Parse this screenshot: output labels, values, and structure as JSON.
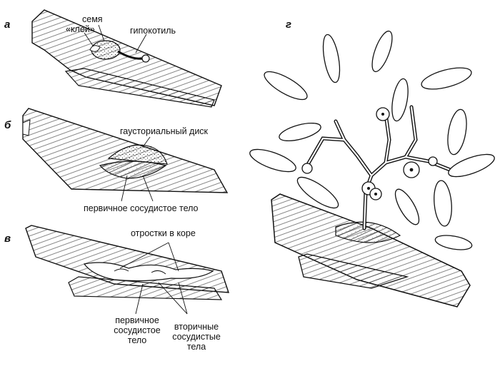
{
  "panels": {
    "a": {
      "letter": "а",
      "labels": {
        "seed": "семя",
        "glue": "«клей»",
        "hypocotyl": "гипокотиль"
      }
    },
    "b": {
      "letter": "б",
      "labels": {
        "disk": "гаусториальный диск",
        "primary_body": "первичное сосудистое тело"
      }
    },
    "v": {
      "letter": "в",
      "labels": {
        "cortex_processes": "отростки в коре",
        "primary_line1": "первичное",
        "primary_line2": "сосудистое",
        "primary_line3": "тело",
        "secondary_line1": "вторичные",
        "secondary_line2": "сосудистые",
        "secondary_line3": "тела"
      }
    },
    "g": {
      "letter": "г"
    }
  },
  "colors": {
    "ink": "#111111",
    "background": "#ffffff"
  }
}
